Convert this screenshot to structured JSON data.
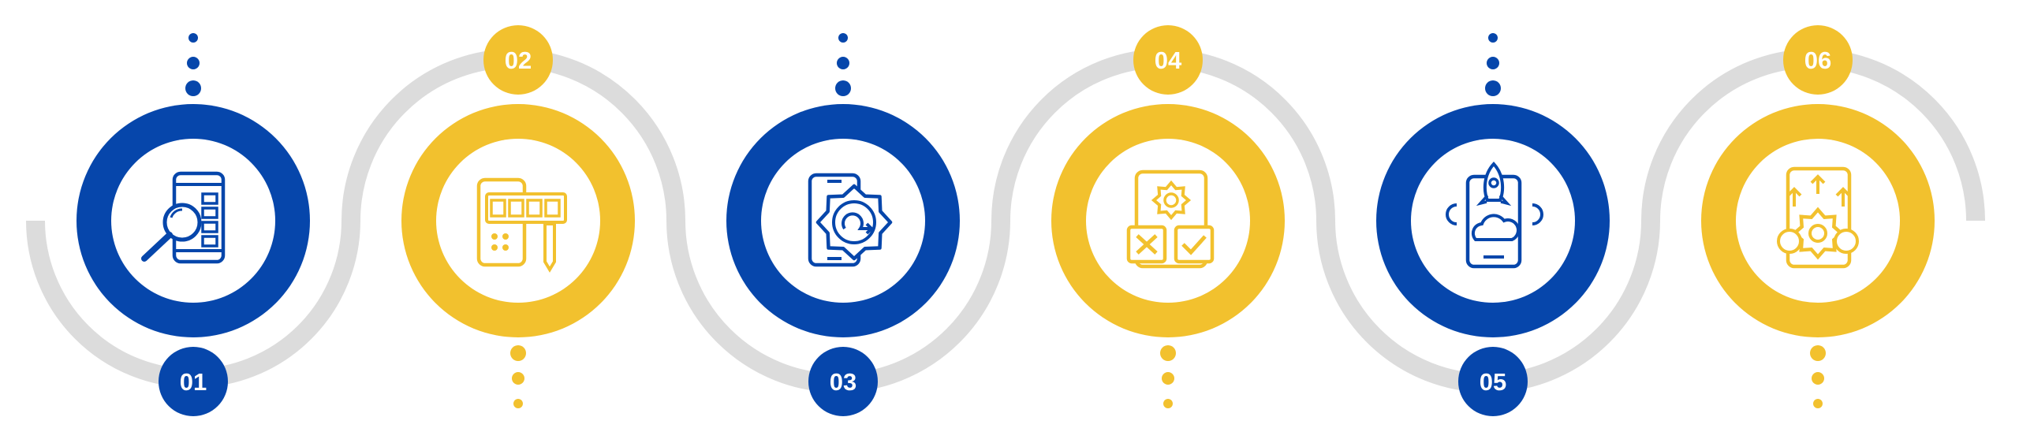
{
  "colors": {
    "blue": "#0646AB",
    "yellow": "#F2C12E",
    "track": "#DCDCDC",
    "inner": "#FFFFFF"
  },
  "steps": [
    {
      "number": "01",
      "theme": "blue",
      "badge": "bottom",
      "icon": "mobile-search-icon"
    },
    {
      "number": "02",
      "theme": "yellow",
      "badge": "top",
      "icon": "mobile-prototype-icon"
    },
    {
      "number": "03",
      "theme": "blue",
      "badge": "bottom",
      "icon": "mobile-gear-refresh-icon"
    },
    {
      "number": "04",
      "theme": "yellow",
      "badge": "top",
      "icon": "mobile-test-check-icon"
    },
    {
      "number": "05",
      "theme": "blue",
      "badge": "bottom",
      "icon": "mobile-rocket-cloud-icon"
    },
    {
      "number": "06",
      "theme": "yellow",
      "badge": "top",
      "icon": "mobile-growth-gear-icon"
    }
  ]
}
